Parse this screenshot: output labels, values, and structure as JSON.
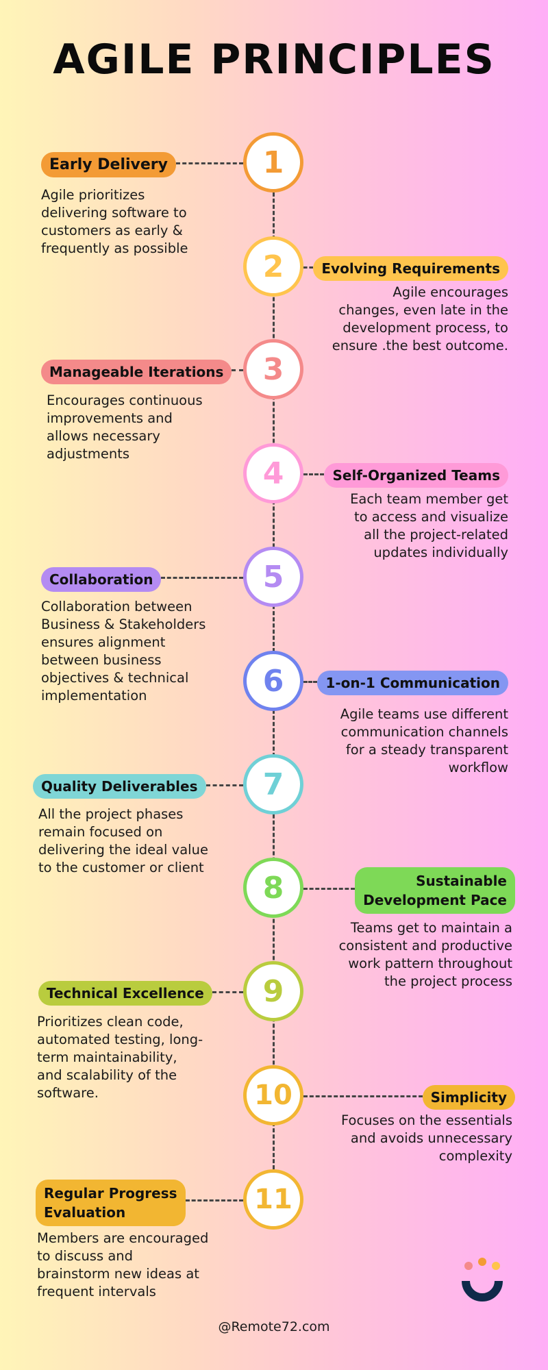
{
  "title": "AGILE PRINCIPLES",
  "footer": "@Remote72.com",
  "principles": [
    {
      "num": "1",
      "label": "Early Delivery",
      "desc": "Agile prioritizes\ndelivering software to\ncustomers as early &\nfrequently as possible",
      "color": "#f39b35",
      "side": "left"
    },
    {
      "num": "2",
      "label": "Evolving Requirements",
      "desc": "Agile encourages\nchanges, even late in the\ndevelopment process, to\nensure .the best outcome.",
      "color": "#ffc44d",
      "side": "right"
    },
    {
      "num": "3",
      "label": "Manageable Iterations",
      "desc": "Encourages continuous\nimprovements and\nallows necessary\nadjustments",
      "color": "#f48a8a",
      "side": "left"
    },
    {
      "num": "4",
      "label": "Self-Organized Teams",
      "desc": "Each team member get\nto access and visualize\nall the project-related\nupdates individually",
      "color": "#ff9ad8",
      "side": "right"
    },
    {
      "num": "5",
      "label": "Collaboration",
      "desc": "Collaboration between\nBusiness & Stakeholders\nensures alignment\nbetween business\nobjectives & technical\nimplementation",
      "color": "#b48bf2",
      "side": "left"
    },
    {
      "num": "6",
      "label": "1-on-1 Communication",
      "desc": "Agile teams use different\ncommunication channels\nfor a steady transparent\nworkflow",
      "color": "#8496f2",
      "side": "right"
    },
    {
      "num": "7",
      "label": "Quality Deliverables",
      "desc": "All the project phases\nremain focused on\ndelivering the ideal value\nto the customer or client",
      "color": "#7fd6d6",
      "side": "left"
    },
    {
      "num": "8",
      "label": "Sustainable\nDevelopment Pace",
      "desc": "Teams get to maintain a\nconsistent and productive\nwork pattern throughout\nthe project process",
      "color": "#7ed957",
      "side": "right"
    },
    {
      "num": "9",
      "label": "Technical Excellence",
      "desc": "Prioritizes clean code,\nautomated testing, long-\nterm maintainability,\nand scalability of the\nsoftware.",
      "color": "#b9cc3e",
      "side": "left"
    },
    {
      "num": "10",
      "label": "Simplicity",
      "desc": "Focuses on the essentials\nand avoids unnecessary\ncomplexity",
      "color": "#f2b632",
      "side": "right"
    },
    {
      "num": "11",
      "label": "Regular Progress\nEvaluation",
      "desc": "Members are encouraged\nto discuss and\nbrainstorm new ideas at\nfrequent intervals",
      "color": "#f2b632",
      "side": "left"
    }
  ],
  "colors": {
    "numColors": [
      "#f39b35",
      "#ffc44d",
      "#f48a8a",
      "#ff9ad8",
      "#b48bf2",
      "#6f82ee",
      "#6fd0d6",
      "#7ed957",
      "#b9cc3e",
      "#f2b632",
      "#f2b632"
    ],
    "ringColors": [
      "#f39b35",
      "#ffc44d",
      "#f48a8a",
      "#ff9ad8",
      "#b48bf2",
      "#6f82ee",
      "#6fd0d6",
      "#7ed957",
      "#b9cc3e",
      "#f2b632",
      "#f2b632"
    ],
    "logoDots": [
      "#f48a8a",
      "#f39b35",
      "#ffc44d"
    ],
    "logoArc": "#0f2a4a"
  }
}
